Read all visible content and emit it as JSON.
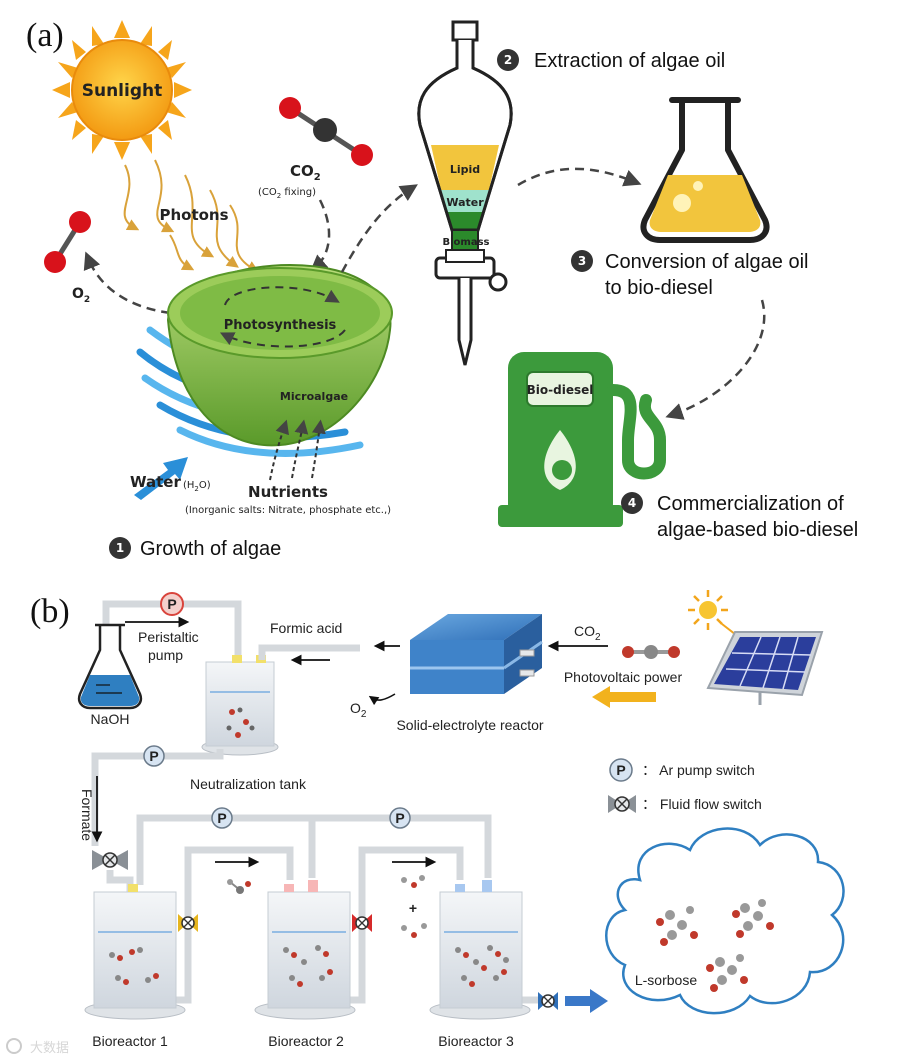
{
  "panel_a": {
    "label": "(a)",
    "sunlight": "Sunlight",
    "photons": "Photons",
    "co2": "CO",
    "co2_sub": "2",
    "co2_fixing": "(CO",
    "co2_fixing_sub": "2",
    "co2_fixing_end": " fixing)",
    "o2": "O",
    "o2_sub": "2",
    "photosynthesis": "Photosynthesis",
    "microalgae": "Microalgae",
    "water": "Water",
    "water_formula": "(H",
    "water_formula_sub": "2",
    "water_formula_end": "O)",
    "nutrients": "Nutrients",
    "nutrients_detail": "(Inorganic salts: Nitrate, phosphate etc.,)",
    "lipid": "Lipid",
    "water_layer": "Water",
    "biomass": "Biomass",
    "bio_diesel_sign": "Bio-diesel",
    "steps": [
      {
        "num": "1",
        "lines": [
          "Growth of algae"
        ]
      },
      {
        "num": "2",
        "lines": [
          "Extraction of algae oil"
        ]
      },
      {
        "num": "3",
        "lines": [
          "Conversion of algae oil",
          "to bio-diesel"
        ]
      },
      {
        "num": "4",
        "lines": [
          "Commercialization of",
          "algae-based bio-diesel"
        ]
      }
    ]
  },
  "panel_b": {
    "label": "(b)",
    "pump_symbol": "P",
    "peristaltic_pump": [
      "Peristaltic",
      "pump"
    ],
    "naoh": "NaOH",
    "formic_acid": "Formic acid",
    "co2": "CO",
    "co2_sub": "2",
    "o2": "O",
    "o2_sub": "2",
    "reactor": "Solid-electrolyte reactor",
    "pv_power": "Photovoltaic power",
    "neutralization_tank": "Neutralization tank",
    "formate": "Formate",
    "legend": [
      {
        "symbol": "pump",
        "text": "： Ar pump switch"
      },
      {
        "symbol": "valve",
        "text": "： Fluid flow switch"
      }
    ],
    "plus": "+",
    "product": "L-sorbose",
    "bioreactors": [
      "Bioreactor 1",
      "Bioreactor 2",
      "Bioreactor 3"
    ]
  },
  "watermark": "大数据"
}
